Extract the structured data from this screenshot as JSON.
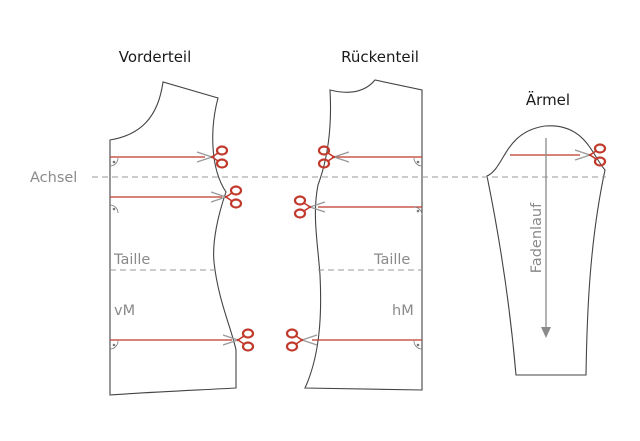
{
  "labels": {
    "front": "Vorderteil",
    "back": "Rückenteil",
    "sleeve": "Ärmel",
    "armhole_line": "Achsel",
    "waist_front": "Taille",
    "waist_back": "Taille",
    "front_mark": "vM",
    "back_mark": "hM",
    "grainline": "Fadenlauf"
  },
  "colors": {
    "cut_line": "#c0392b",
    "outline": "#444444",
    "guide": "#9a9a9a"
  },
  "icons": {
    "scissors": "scissors-icon"
  }
}
